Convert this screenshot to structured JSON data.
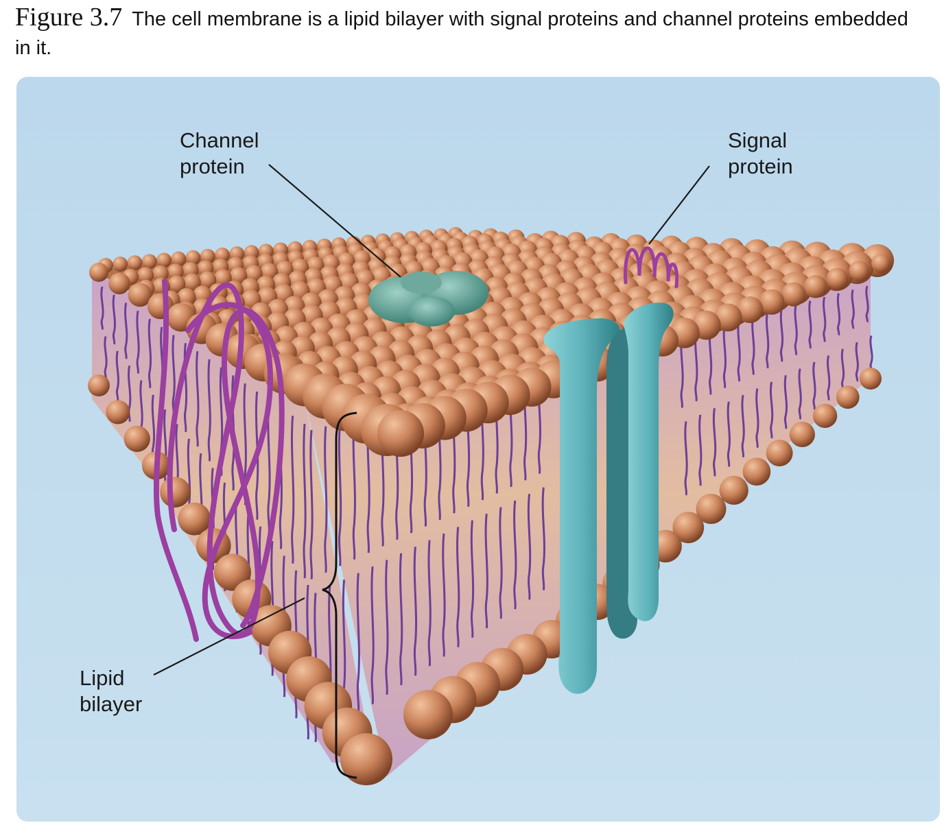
{
  "caption": {
    "figure_number": "Figure 3.7",
    "text": "The cell membrane is a lipid bilayer with signal proteins and channel proteins embedded in it."
  },
  "labels": {
    "channel_protein": [
      "Channel",
      "protein"
    ],
    "signal_protein": [
      "Signal",
      "protein"
    ],
    "lipid_bilayer": [
      "Lipid",
      "bilayer"
    ]
  },
  "colors": {
    "background": "#c2dced",
    "lipid_head": "#c9825a",
    "lipid_tail": "#7a4a9e",
    "signal_protein": "#9b3fa0",
    "channel_protein": "#5fa8a6",
    "transmembrane_protein": "#6cbcc4"
  }
}
